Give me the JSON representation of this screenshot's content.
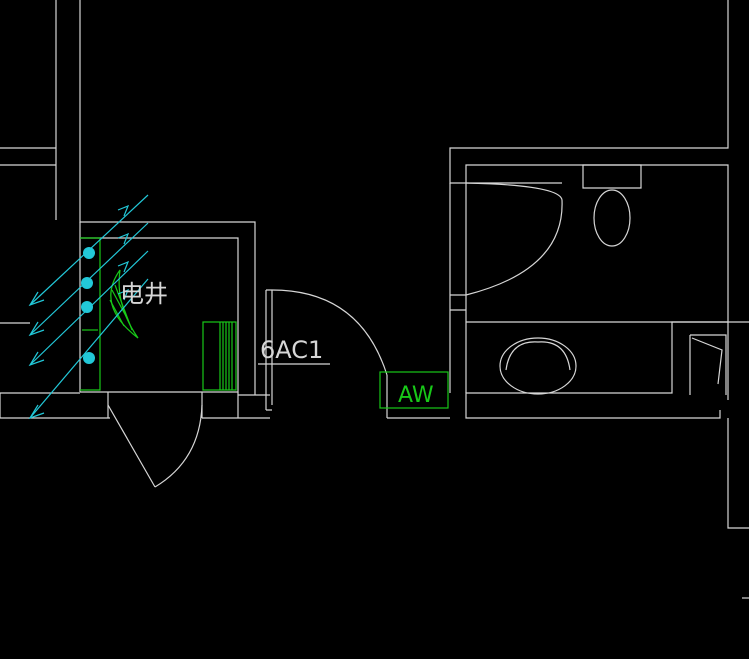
{
  "drawing": {
    "shaft_label": "电井",
    "tag_ac": "6AC1",
    "tag_aw": "AW"
  },
  "colors": {
    "background": "#000000",
    "wall": "#d6d6d6",
    "equipment": "#18c818",
    "cable": "#22c8d8"
  }
}
